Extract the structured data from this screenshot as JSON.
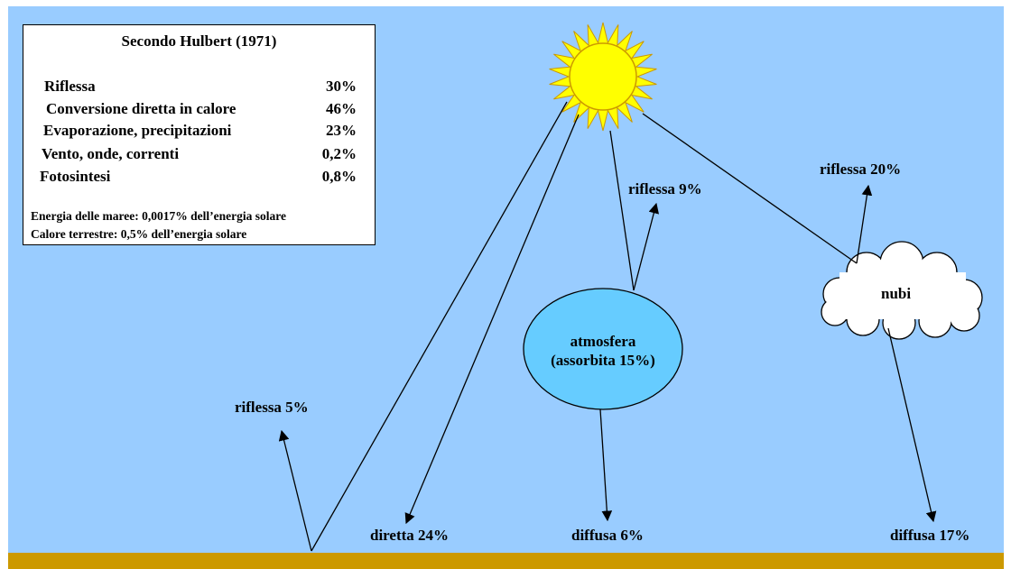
{
  "colors": {
    "sky": "#99ccff",
    "ground": "#cc9900",
    "sun_fill": "#ffff00",
    "sun_stroke": "#cc9900",
    "atmosphere_fill": "#66ccff",
    "cloud_fill": "#ffffff",
    "line": "#000000"
  },
  "legend": {
    "title": "Secondo Hulbert (1971)",
    "rows": [
      {
        "label": "Riflessa",
        "value": "30%"
      },
      {
        "label": "Conversione diretta in calore",
        "value": "46%"
      },
      {
        "label": "Evaporazione, precipitazioni",
        "value": "23%"
      },
      {
        "label": "Vento, onde, correnti",
        "value": "0,2%"
      },
      {
        "label": "Fotosintesi",
        "value": "0,8%"
      }
    ],
    "note1": "Energia delle maree: 0,0017% dell’energia solare",
    "note2": "Calore terrestre: 0,5% dell’energia solare"
  },
  "nodes": {
    "sun": {
      "icon": "sun-icon"
    },
    "atmosphere": {
      "line1": "atmosfera",
      "line2": "(assorbita 15%)"
    },
    "clouds": {
      "label": "nubi",
      "icon": "cloud-icon"
    }
  },
  "labels": {
    "reflected_ground": "riflessa 5%",
    "direct": "diretta 24%",
    "diffuse_atmosphere": "diffusa 6%",
    "reflected_atmosphere": "riflessa 9%",
    "reflected_clouds": "riflessa 20%",
    "diffuse_clouds": "diffusa 17%"
  }
}
